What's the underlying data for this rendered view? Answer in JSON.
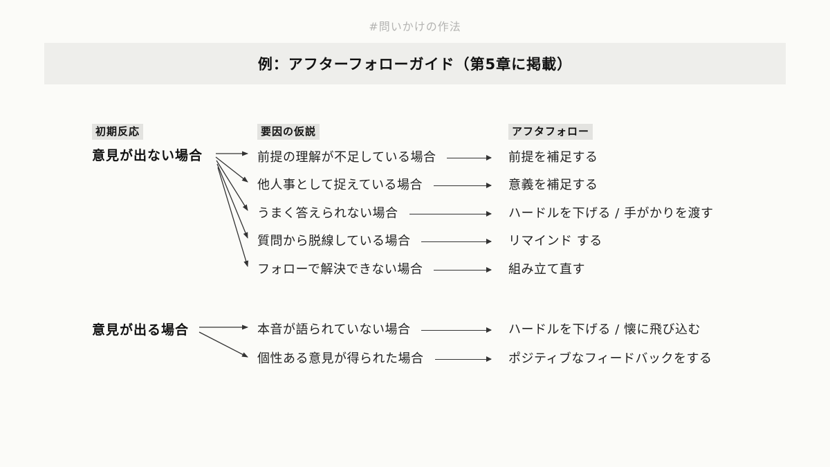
{
  "page": {
    "hashtag": "#問いかけの作法",
    "title": "例：アフターフォローガイド（第5章に掲載）"
  },
  "columns": {
    "initial": "初期反応",
    "hypothesis": "要因の仮説",
    "followup": "アフタフォロー"
  },
  "groups": [
    {
      "label": "意見が出ない場合",
      "rows": [
        {
          "hypothesis": "前提の理解が不足している場合",
          "followup": "前提を補足する"
        },
        {
          "hypothesis": "他人事として捉えている場合",
          "followup": "意義を補足する"
        },
        {
          "hypothesis": "うまく答えられない場合",
          "followup": "ハードルを下げる / 手がかりを渡す"
        },
        {
          "hypothesis": "質問から脱線している場合",
          "followup": "リマインド する"
        },
        {
          "hypothesis": "フォローで解決できない場合",
          "followup": "組み立て直す"
        }
      ]
    },
    {
      "label": "意見が出る場合",
      "rows": [
        {
          "hypothesis": "本音が語られていない場合",
          "followup": "ハードルを下げる / 懐に飛び込む"
        },
        {
          "hypothesis": "個性ある意見が得られた場合",
          "followup": "ポジティブなフィードバックをする"
        }
      ]
    }
  ],
  "colors": {
    "background": "#fbfbf8",
    "titlebar": "#eeeeeb",
    "header_highlight": "#e3e3e0",
    "arrow": "#333333",
    "muted_text": "#b4b4b2"
  }
}
